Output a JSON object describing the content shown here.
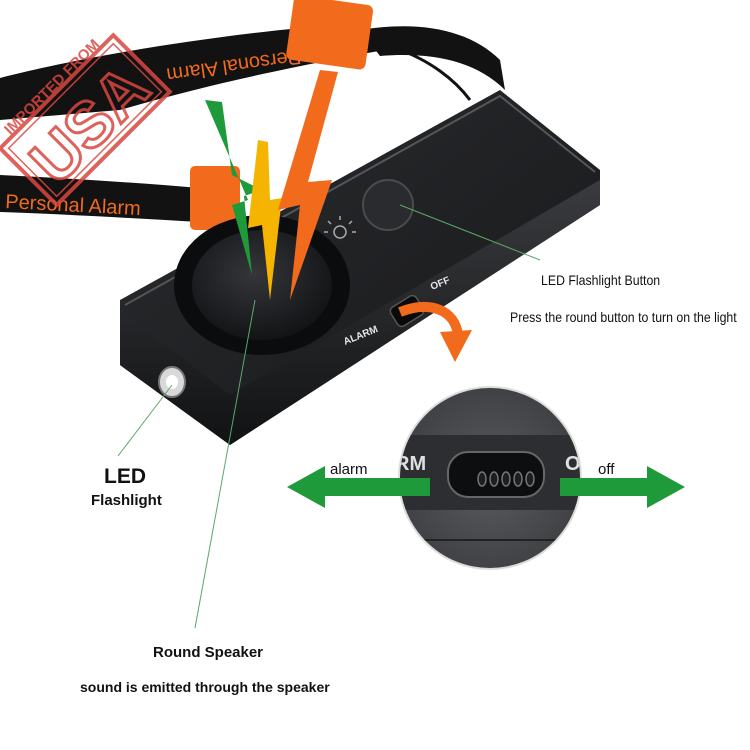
{
  "watermark": {
    "line1": "IMPORTED FROM",
    "line2": "USA"
  },
  "lanyard": {
    "text_top": "Personal Alarm",
    "text_left": "Personal Alarm"
  },
  "device": {
    "alarm_label": "ALARM",
    "off_label": "OFF"
  },
  "callouts": {
    "flashlight_button_title": "LED Flashlight Button",
    "flashlight_button_desc": "Press the round button to turn on the light",
    "led_title": "LED",
    "led_subtitle": "Flashlight",
    "speaker_title": "Round Speaker",
    "speaker_desc": "sound is emitted through the speaker"
  },
  "zoom": {
    "alarm_arrow_label": "alarm",
    "off_arrow_label": "off",
    "partial_left": "RM",
    "partial_right": "O"
  },
  "colors": {
    "green": "#1f9a3a",
    "orange": "#f26a1b",
    "yellow": "#f5b400",
    "body": "#1d1e20",
    "watermark": "#d9473f"
  }
}
